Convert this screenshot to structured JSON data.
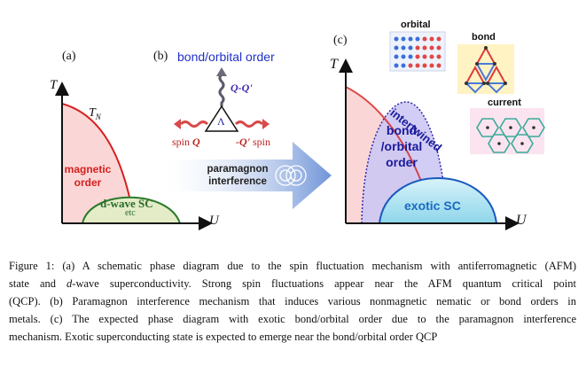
{
  "panel_a": {
    "label": "(a)",
    "axis_t": "T",
    "axis_u": "U",
    "tn_label": "T",
    "tn_sub": "N",
    "magnetic_line1": "magnetic",
    "magnetic_line2": "order",
    "sc_label": "d-wave SC",
    "etc": "etc"
  },
  "panel_b": {
    "label": "(b)",
    "title": "bond/orbital order",
    "qq": "Q-Q'",
    "lambda": "Λ",
    "spin_left_word": "spin",
    "spin_left_q": "Q",
    "spin_right_q": "-Q'",
    "spin_right_word": "spin",
    "arrow_line1": "paramagnon",
    "arrow_line2": "interference"
  },
  "panel_c": {
    "label": "(c)",
    "axis_t": "T",
    "axis_u": "U",
    "intertwined": "intertwined",
    "bond_line1": "bond",
    "bond_line2": "/orbital",
    "bond_line3": "order",
    "exotic_sc": "exotic SC",
    "inset_orbital": "orbital",
    "inset_bond": "bond",
    "inset_current": "current"
  },
  "caption": {
    "l1_a": "Figure 1: (a) A schematic phase diagram due to the spin fluctuation mechanism with antiferromagnetic (AFM)",
    "l2_a": "state and ",
    "l2_d": "d",
    "l2_b": "-wave superconductivity.  Strong spin fluctuations appear near the AFM quantum critical point",
    "l3": "(QCP). (b) Paramagnon interference mechanism that induces various nonmagnetic nematic or bond orders in",
    "l4": "metals. (c) The expected phase diagram with exotic bond/orbital order due to the paramagnon interference",
    "l5": "mechanism. Exotic superconducting state is expected to emerge near the bond/orbital order QCP"
  },
  "colors": {
    "magnetic": "#d42020",
    "sc_green": "#2a7a2a",
    "bond_blue": "#1a1a9c",
    "exotic_sc": "#1a6ac0",
    "title_blue": "#2030c8"
  }
}
